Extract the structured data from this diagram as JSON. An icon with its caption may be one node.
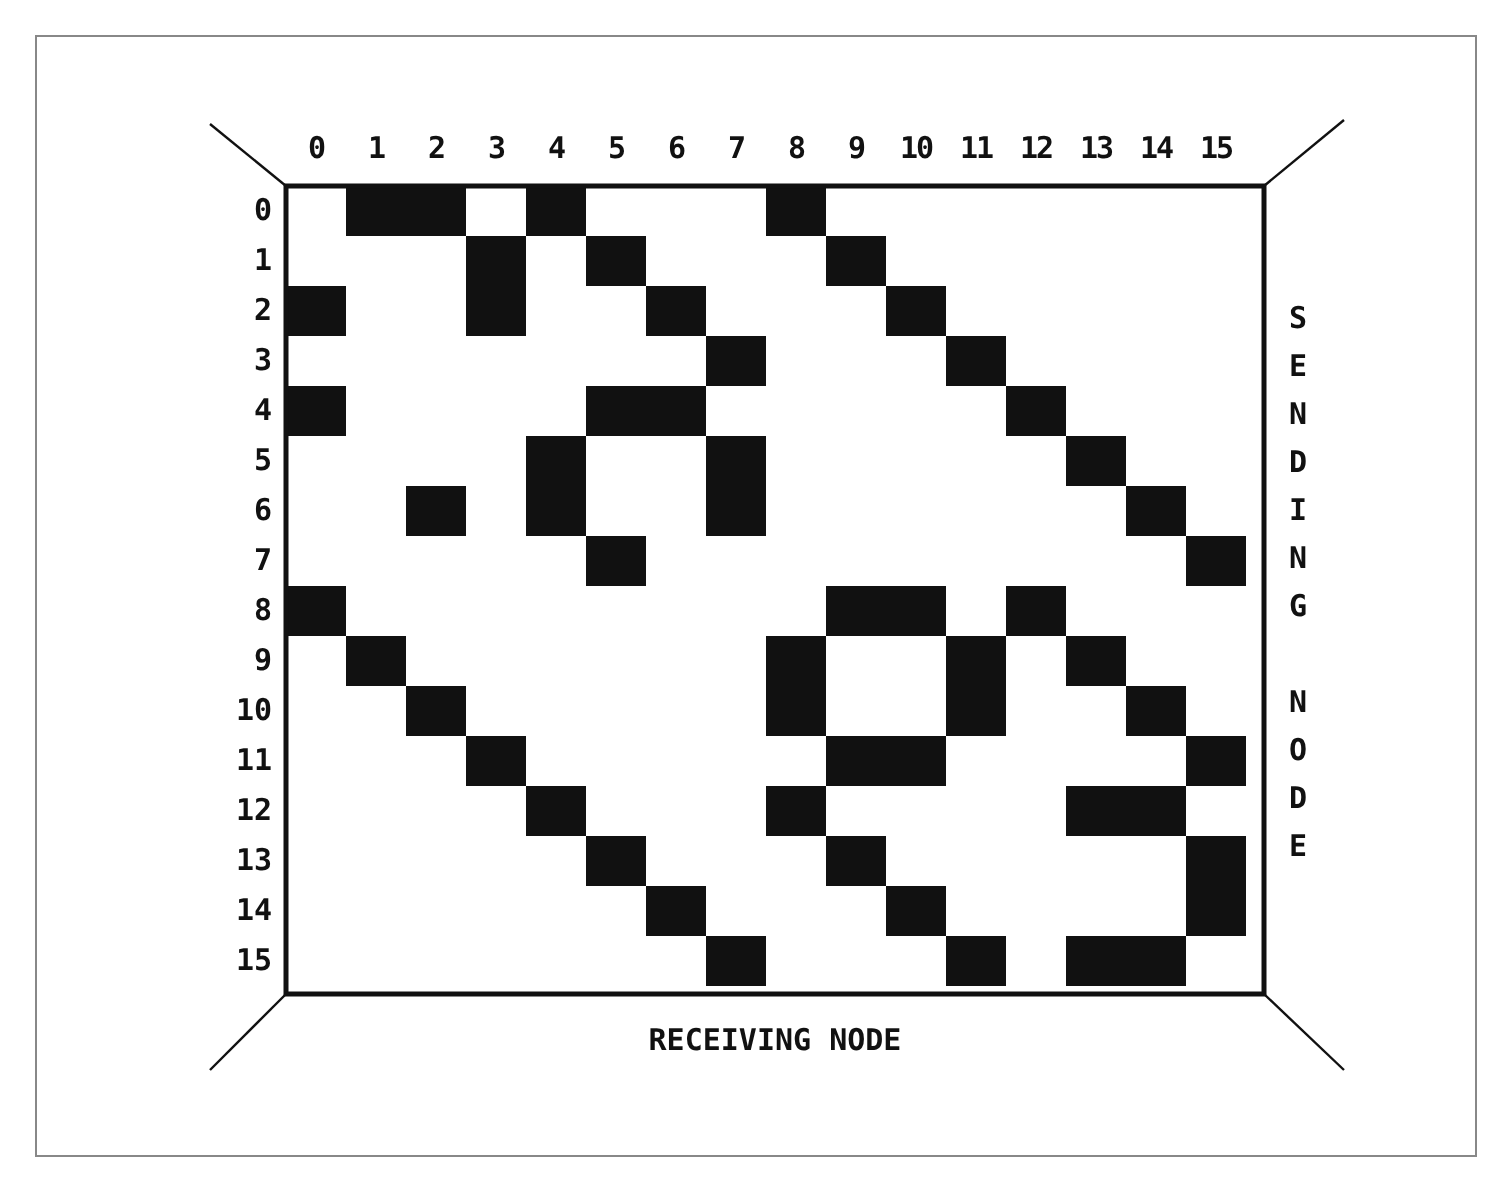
{
  "diagram": {
    "labels": [
      "0",
      "1",
      "2",
      "3",
      "4",
      "5",
      "6",
      "7",
      "8",
      "9",
      "10",
      "11",
      "12",
      "13",
      "14",
      "15",
      "0",
      "1",
      "2",
      "3",
      "4",
      "5",
      "6",
      "7",
      "8",
      "9",
      "10",
      "11",
      "12",
      "13",
      "14",
      "15",
      "SENDING NODE",
      "RECEIVING NODE"
    ]
  }
}
